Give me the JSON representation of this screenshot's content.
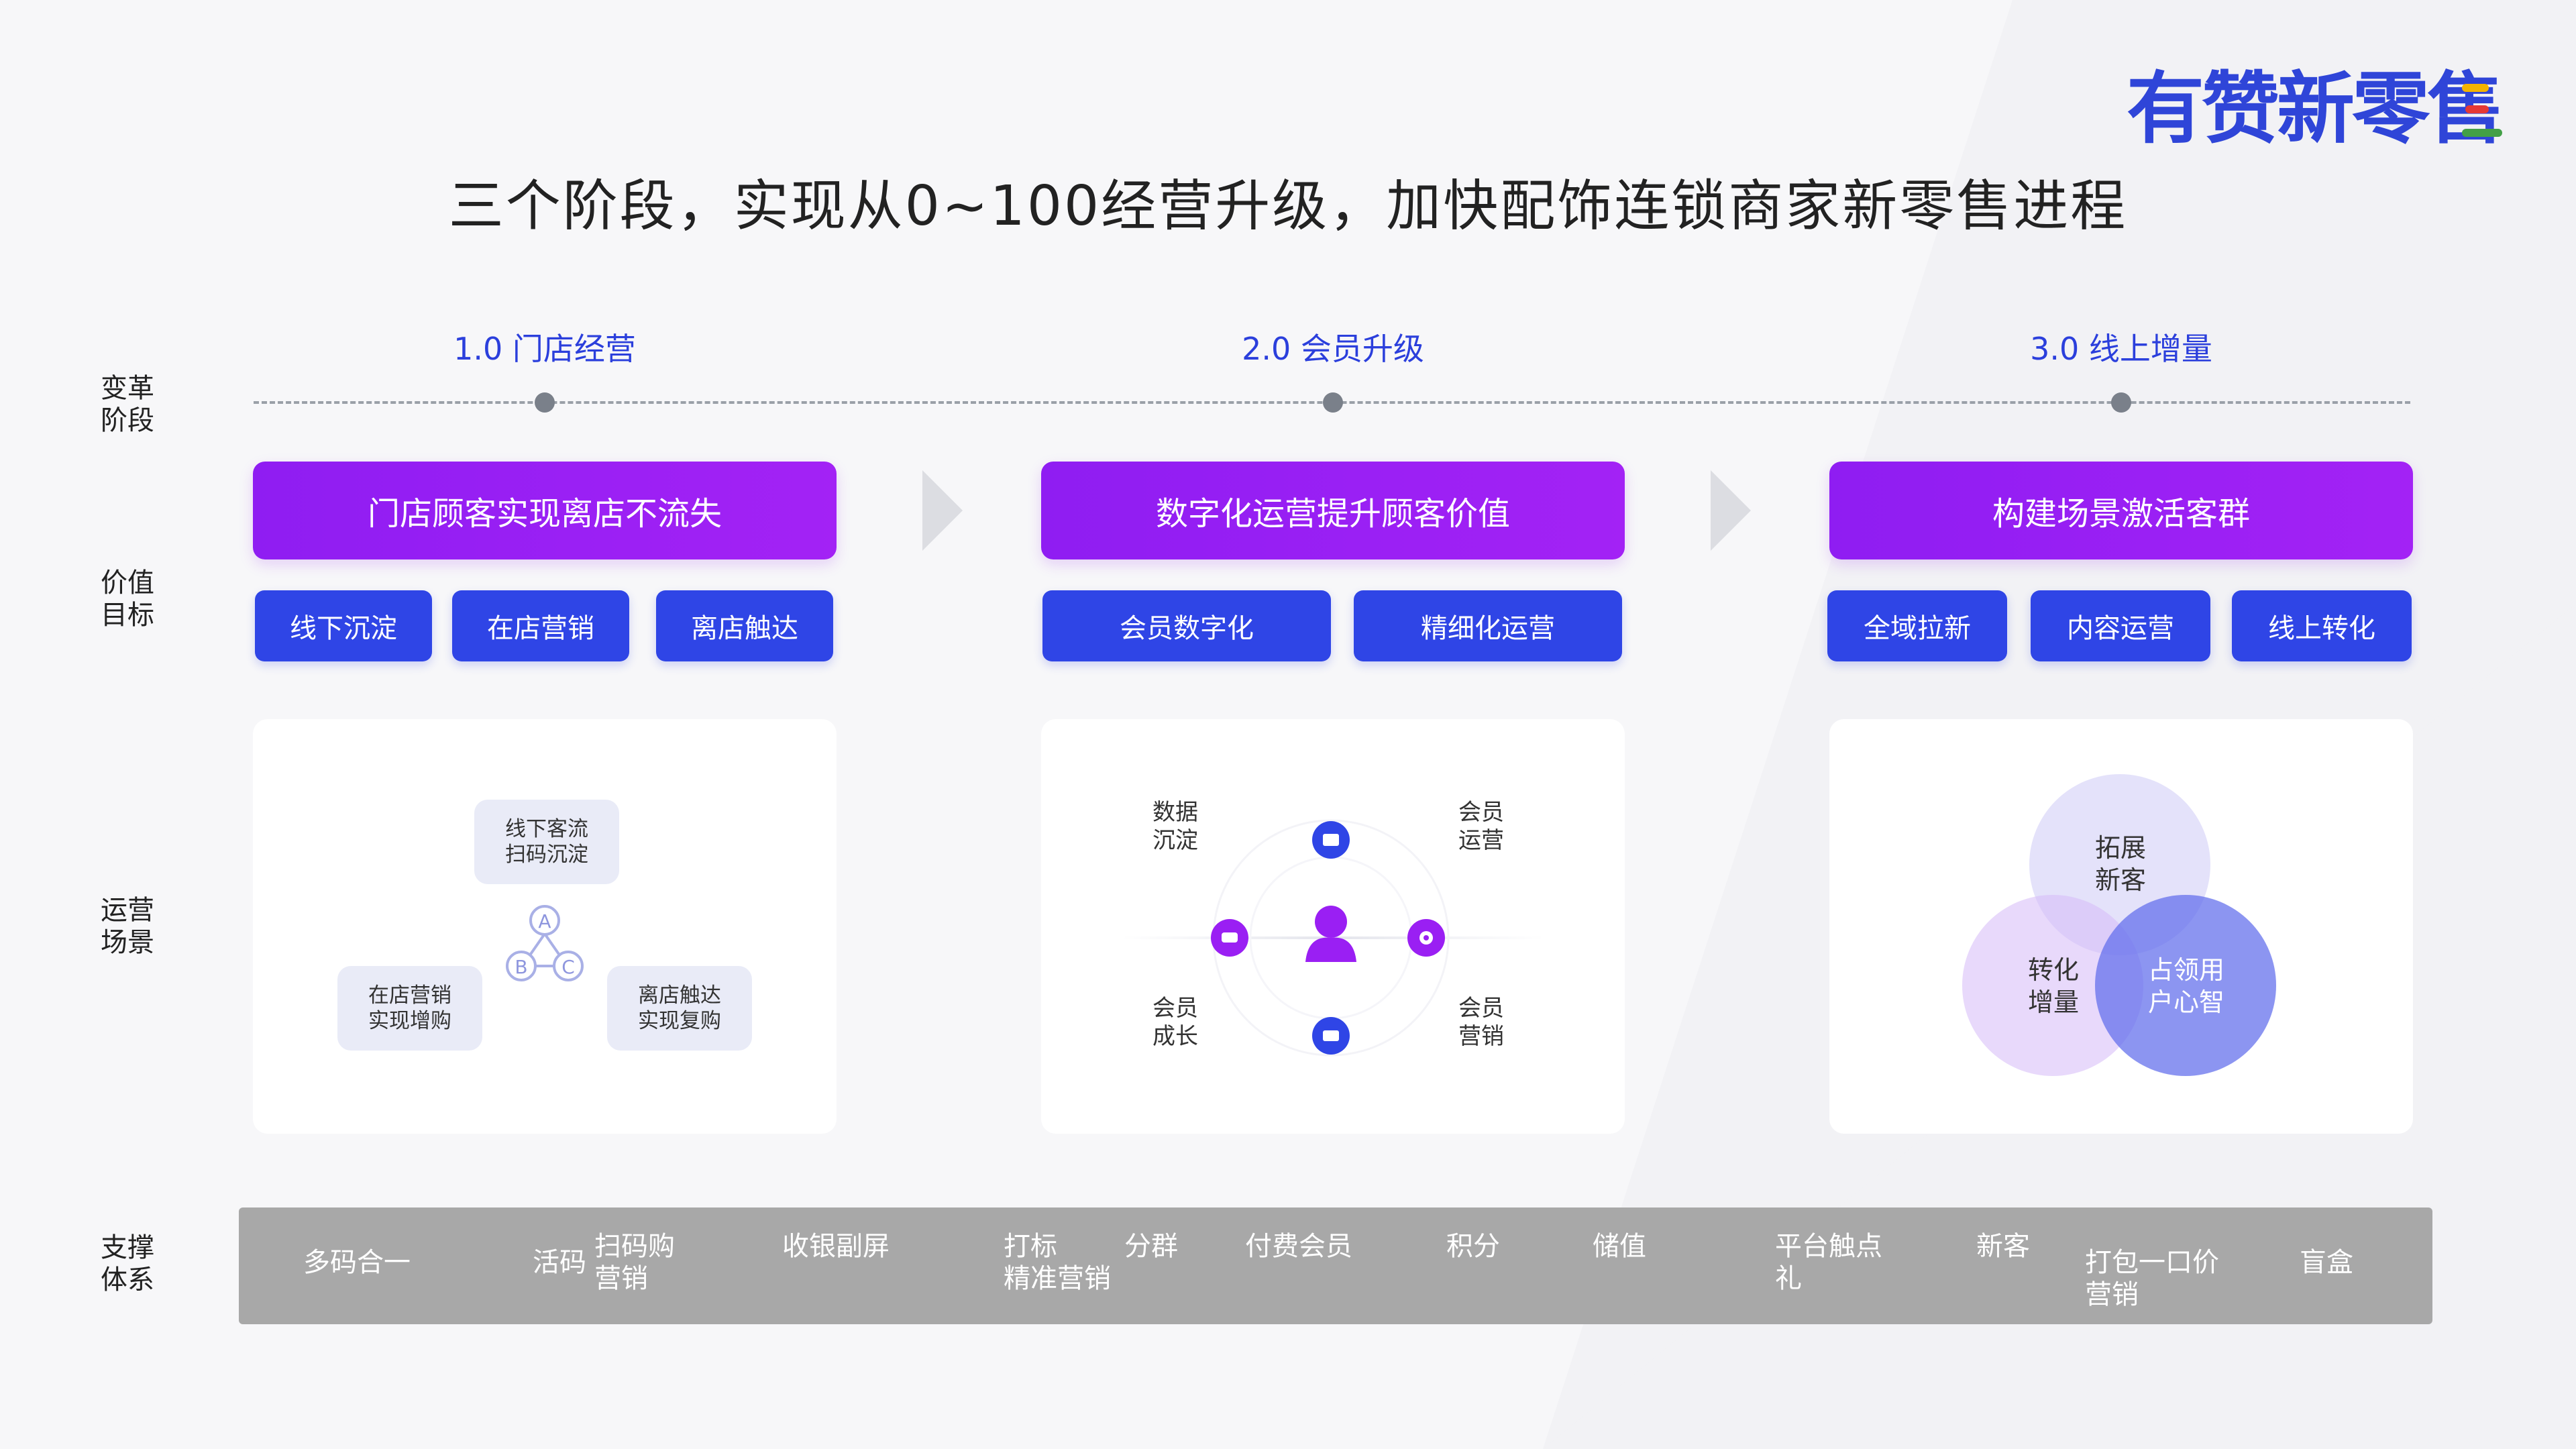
{
  "logo": {
    "text": "有赞新零售"
  },
  "title": "三个阶段，实现从0~100经营升级，加快配饰连锁商家新零售进程",
  "row_labels": {
    "stage": [
      "变革",
      "阶段"
    ],
    "value": [
      "价值",
      "目标"
    ],
    "scene": [
      "运营",
      "场景"
    ],
    "support": [
      "支撑",
      "体系"
    ]
  },
  "stages": [
    {
      "title": "1.0  门店经营",
      "goal": "门店顾客实现离店不流失",
      "tags": [
        "线下沉淀",
        "在店营销",
        "离店触达"
      ],
      "scene": {
        "top": [
          "线下客流",
          "扫码沉淀"
        ],
        "left": [
          "在店营销",
          "实现增购"
        ],
        "right": [
          "离店触达",
          "实现复购"
        ],
        "letters": [
          "A",
          "B",
          "C"
        ]
      }
    },
    {
      "title": "2.0  会员升级",
      "goal": "数字化运营提升顾客价值",
      "tags": [
        "会员数字化",
        "精细化运营"
      ],
      "scene": {
        "top_left": [
          "数据",
          "沉淀"
        ],
        "top_right": [
          "会员",
          "运营"
        ],
        "bottom_left": [
          "会员",
          "成长"
        ],
        "bottom_right": [
          "会员",
          "营销"
        ]
      }
    },
    {
      "title": "3.0  线上增量",
      "goal": "构建场景激活客群",
      "tags": [
        "全域拉新",
        "内容运营",
        "线上转化"
      ],
      "scene": {
        "top": [
          "拓展",
          "新客"
        ],
        "left": [
          "转化",
          "增量"
        ],
        "right": [
          "占领用",
          "户心智"
        ]
      }
    }
  ],
  "support_items": [
    [
      "多码合一"
    ],
    [
      "活码"
    ],
    [
      "扫码购",
      "营销"
    ],
    [
      "收银副屏"
    ],
    [
      "打标",
      "精准营销"
    ],
    [
      "分群"
    ],
    [
      "付费会员"
    ],
    [
      "积分"
    ],
    [
      "储值"
    ],
    [
      "平台触点",
      "礼"
    ],
    [
      "新客"
    ],
    [
      "打包一口价",
      "营销"
    ],
    [
      "盲盒"
    ]
  ],
  "colors": {
    "purple": "#9a1ff3",
    "blue": "#2f45e6",
    "stage_title": "#2b3fdc",
    "support_bg": "#a8a8a8"
  }
}
